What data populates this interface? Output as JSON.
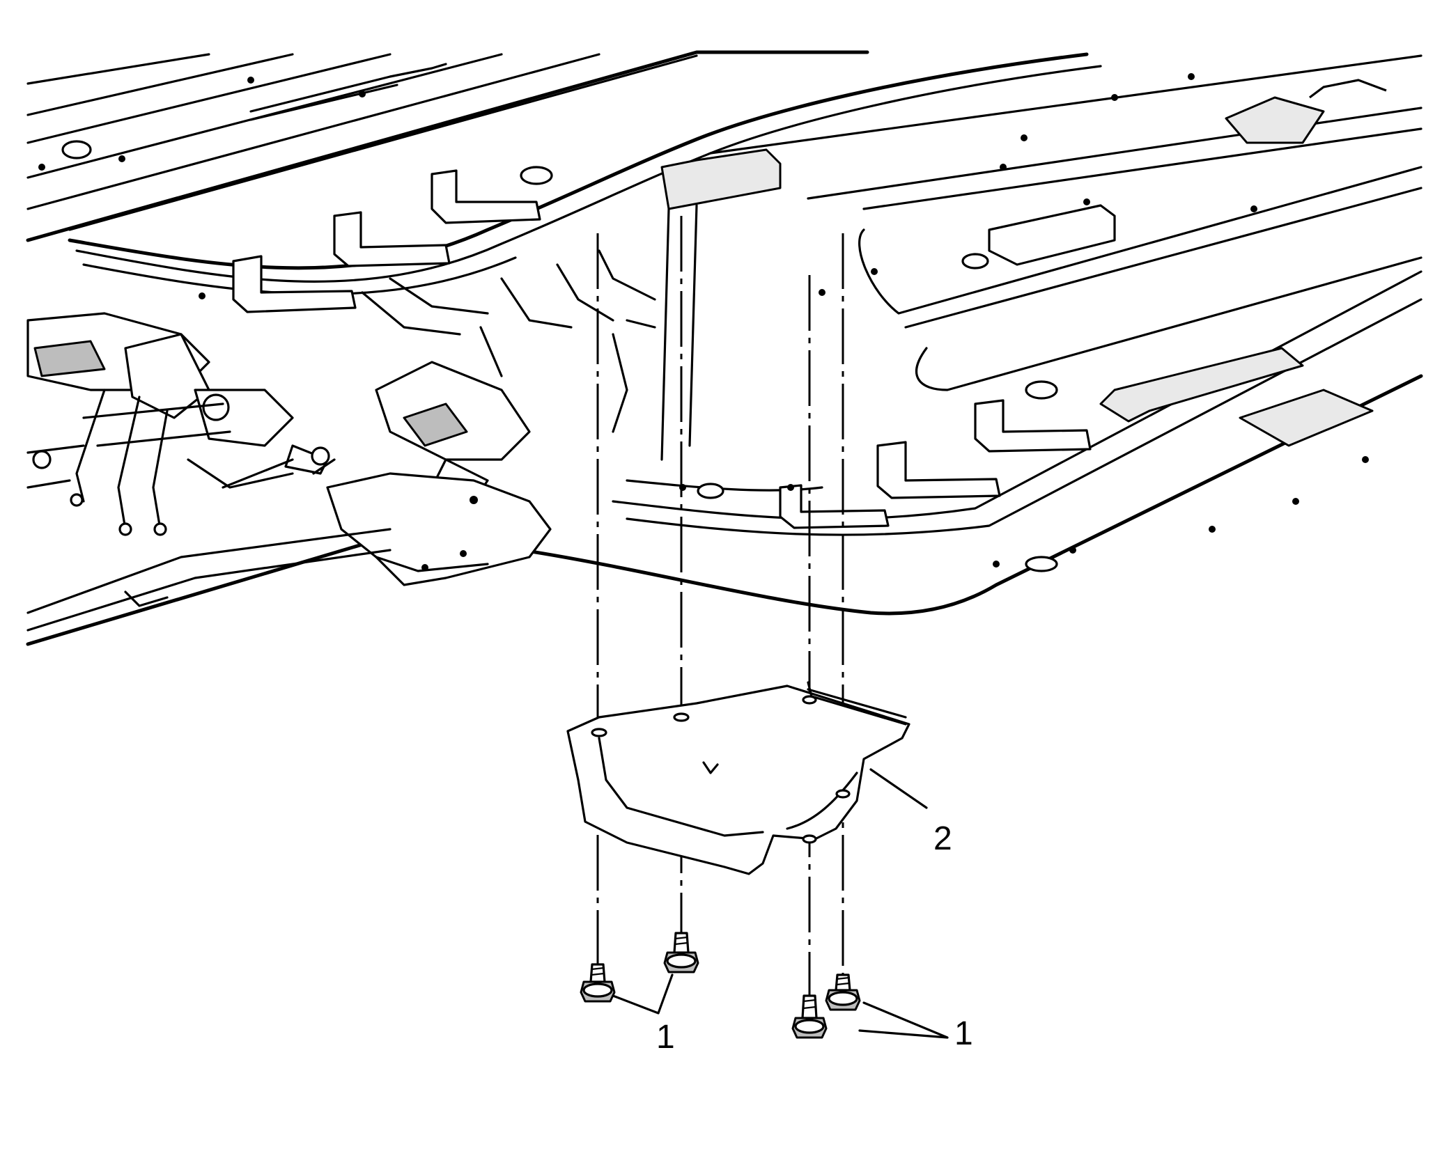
{
  "callouts": {
    "fastener_left": "1",
    "fastener_right": "1",
    "shield": "2"
  }
}
